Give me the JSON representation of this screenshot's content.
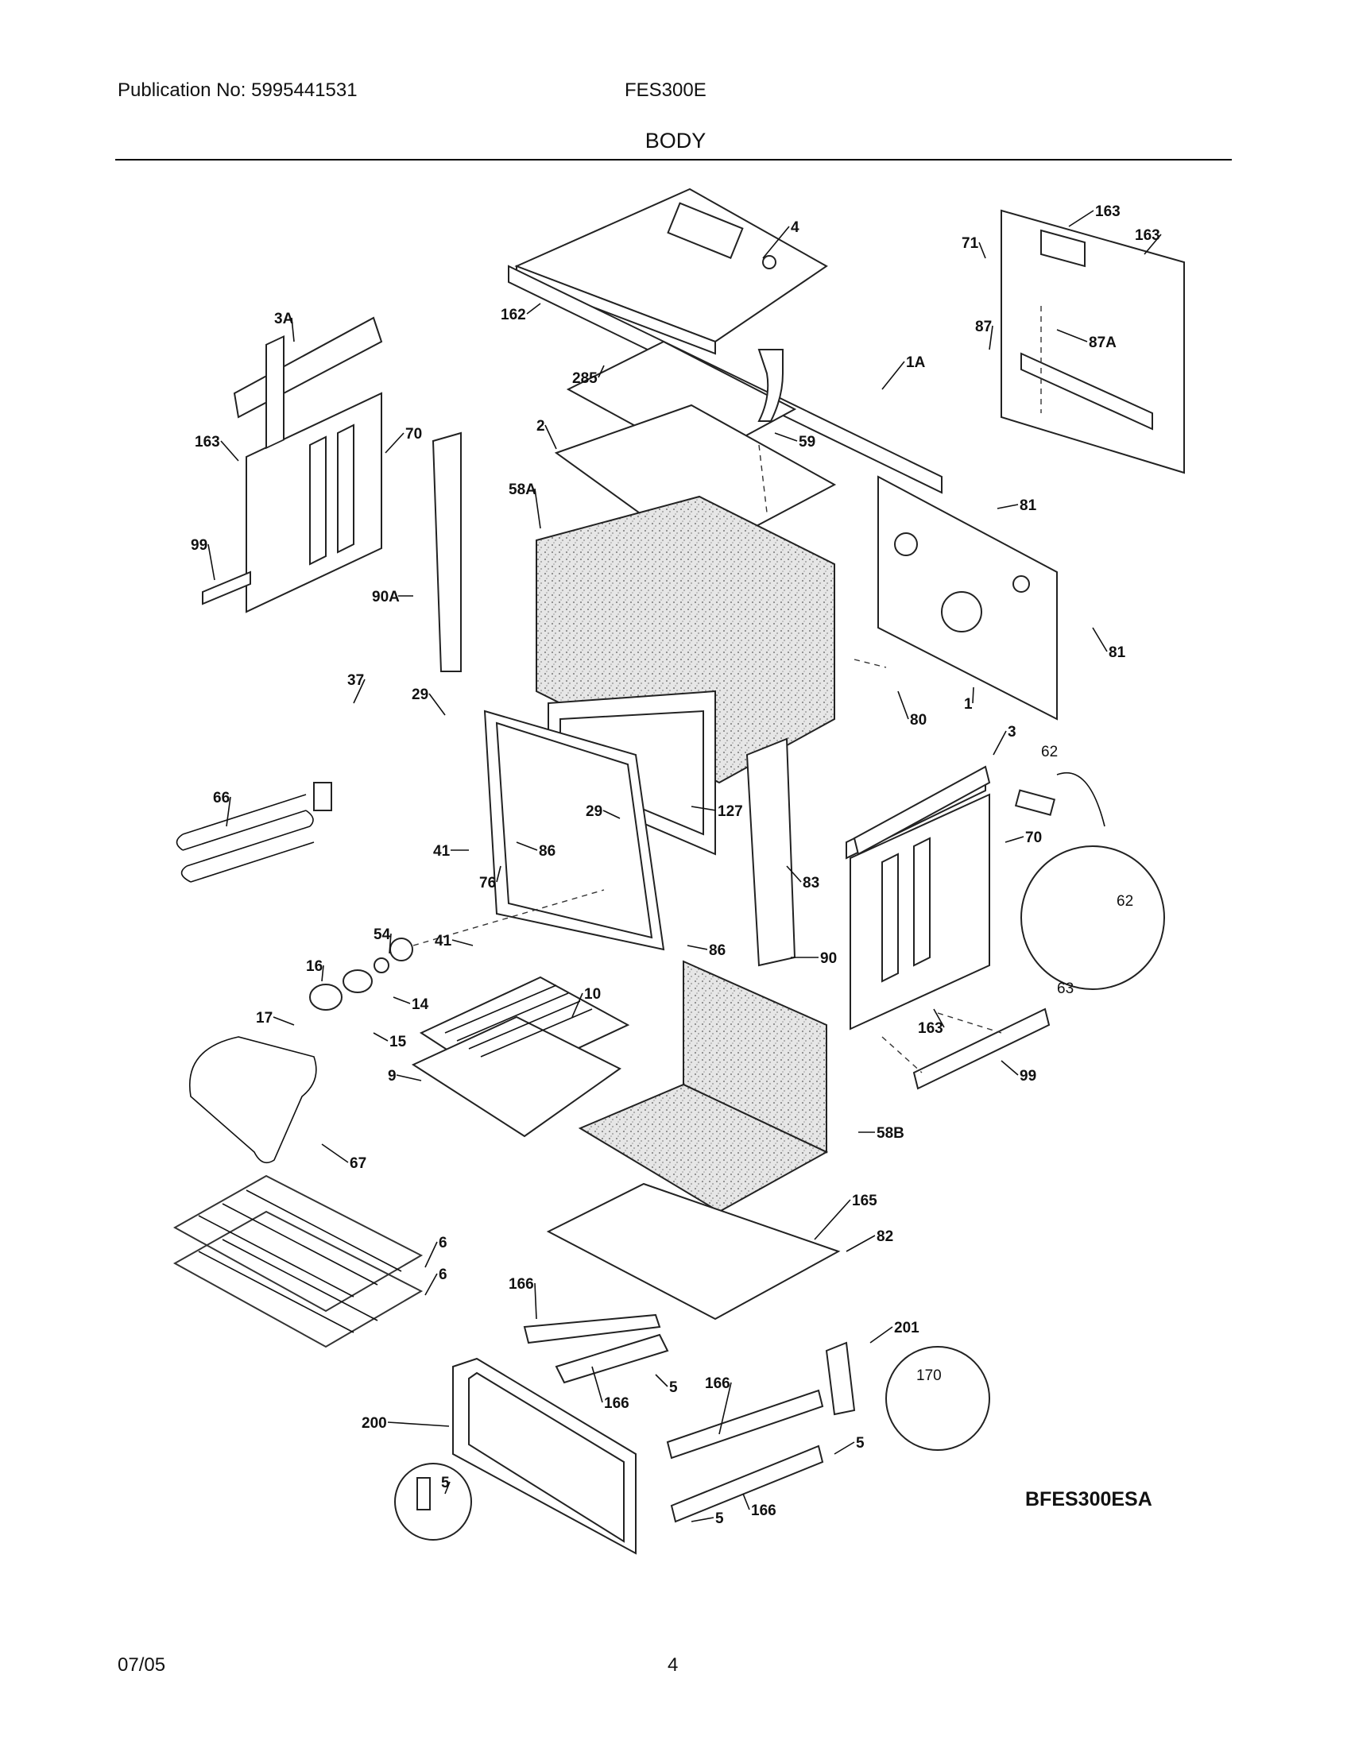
{
  "header": {
    "publication": "Publication No: 5995441531",
    "model": "FES300E",
    "section": "BODY"
  },
  "footer": {
    "date": "07/05",
    "page": "4"
  },
  "diagram": {
    "code": "BFES300ESA",
    "callouts": [
      "4",
      "163",
      "163",
      "71",
      "162",
      "87",
      "87A",
      "3A",
      "285",
      "1A",
      "59",
      "2",
      "163",
      "70",
      "58A",
      "81",
      "99",
      "90A",
      "81",
      "37",
      "29",
      "80",
      "1",
      "3",
      "62",
      "66",
      "29",
      "127",
      "70",
      "41",
      "86",
      "62",
      "76",
      "83",
      "63",
      "54",
      "41",
      "86",
      "90",
      "16",
      "10",
      "14",
      "17",
      "15",
      "163",
      "99",
      "9",
      "58B",
      "67",
      "165",
      "82",
      "6",
      "6",
      "166",
      "201",
      "170",
      "5",
      "166",
      "166",
      "200",
      "5",
      "5",
      "166",
      "5"
    ]
  }
}
